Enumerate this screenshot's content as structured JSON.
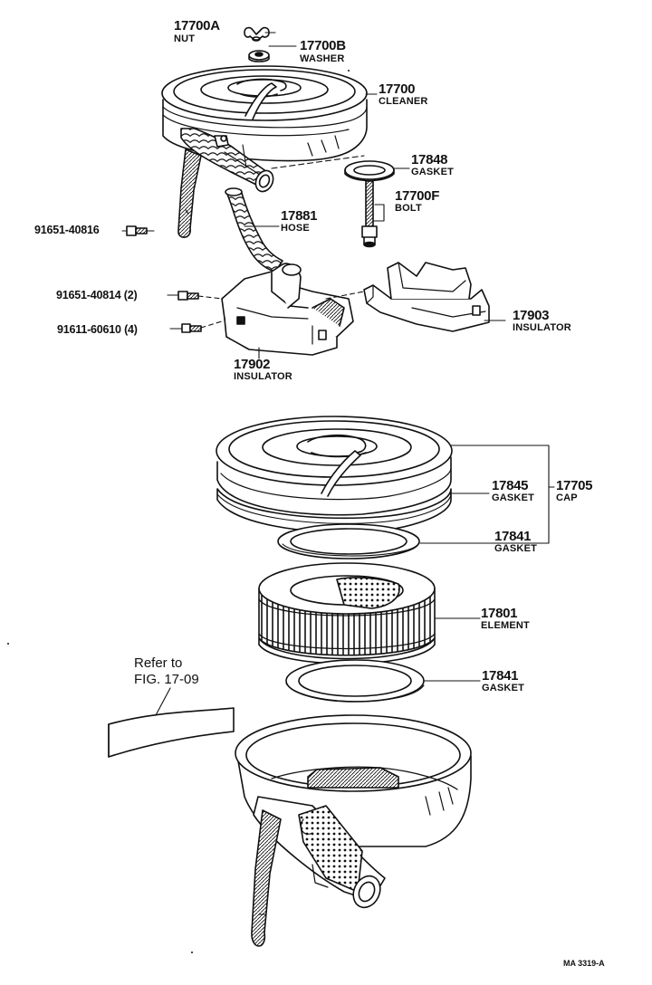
{
  "callouts": {
    "nut": {
      "number": "17700A",
      "name": "NUT"
    },
    "washer": {
      "number": "17700B",
      "name": "WASHER"
    },
    "cleaner": {
      "number": "17700",
      "name": "CLEANER"
    },
    "gasket_17848": {
      "number": "17848",
      "name": "GASKET"
    },
    "bolt": {
      "number": "17700F",
      "name": "BOLT"
    },
    "hose": {
      "number": "17881",
      "name": "HOSE"
    },
    "insulator_17903": {
      "number": "17903",
      "name": "INSULATOR"
    },
    "insulator_17902": {
      "number": "17902",
      "name": "INSULATOR"
    },
    "gasket_17845": {
      "number": "17845",
      "name": "GASKET"
    },
    "cap": {
      "number": "17705",
      "name": "CAP"
    },
    "gasket_17841_upper": {
      "number": "17841",
      "name": "GASKET"
    },
    "element": {
      "number": "17801",
      "name": "ELEMENT"
    },
    "gasket_17841_lower": {
      "number": "17841",
      "name": "GASKET"
    }
  },
  "part_numbers": {
    "bolt_left": "91651-40816",
    "bolt_mid": "91651-40814 (2)",
    "bolt_lower": "91611-60610 (4)"
  },
  "reference": {
    "line1": "Refer to",
    "line2": "FIG. 17-09"
  },
  "drawing_code": "MA 3319-A"
}
